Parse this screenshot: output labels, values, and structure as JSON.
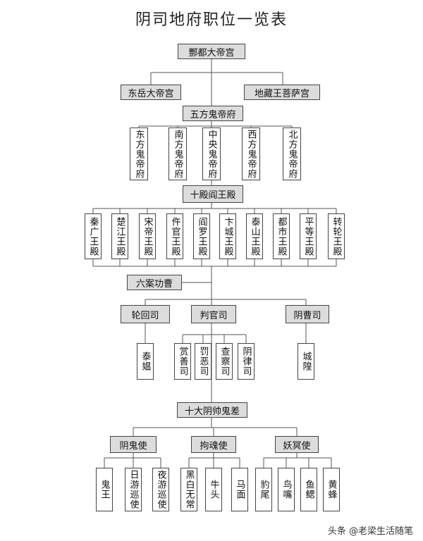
{
  "title": "阴司地府职位一览表",
  "watermark": "头条 @老梁生活随笔",
  "nodes": {
    "fengdu": "酆都大帝宫",
    "dongyue": "东岳大帝宫",
    "dizang": "地藏王菩萨宫",
    "wufang": "五方鬼帝府",
    "east": "东方鬼帝府",
    "south": "南方鬼帝府",
    "center": "中央鬼帝府",
    "west": "西方鬼帝府",
    "north": "北方鬼帝府",
    "shidian": "十殿阎王殿",
    "qinguang": "秦广王殿",
    "chujiang": "楚江王殿",
    "songdi": "宋帝王殿",
    "wuguan": "仵官王殿",
    "yanluo": "阎罗王殿",
    "biancheng": "卞城王殿",
    "taishan": "泰山王殿",
    "dushi": "都市王殿",
    "pingdeng": "平等王殿",
    "zhuanlun": "转轮王殿",
    "liuan": "六案功曹",
    "lunhui": "轮回司",
    "panguan": "判官司",
    "yincao": "阴曹司",
    "taimei": "泰媪",
    "shangshan": "赏善司",
    "fae": "罚恶司",
    "chacha": "查察司",
    "yinlv": "阴律司",
    "chenghuang": "城隍",
    "shida": "十大阴帅鬼差",
    "yingui": "阴鬼使",
    "gouhun": "拘魂使",
    "yaoming": "妖冥使",
    "guiwang": "鬼王",
    "riyou": "日游巡使",
    "yeyou": "夜游巡使",
    "heibai": "黑白无常",
    "niutou": "牛头",
    "mamian": "马面",
    "baowei": "豹尾",
    "niaozui": "鸟嘴",
    "yusai": "鱼鳃",
    "huangfeng": "黄蜂"
  }
}
